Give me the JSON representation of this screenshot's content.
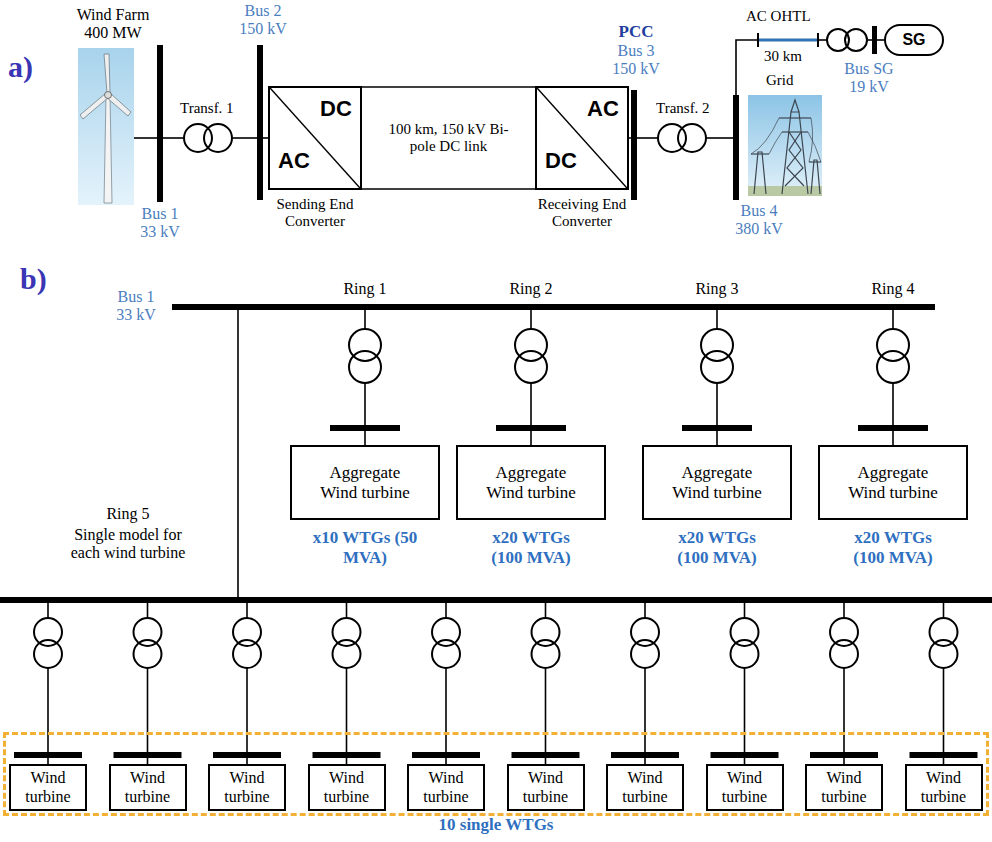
{
  "diagram": {
    "nodes": [
      {
        "text": [
          "AC",
          "DC",
          "Sending End Converter"
        ]
      },
      {
        "text": [
          "DC",
          "AC",
          "Receiving End Converter"
        ]
      },
      {
        "text": [
          "SG"
        ]
      },
      {
        "text": [
          "Aggregate Wind turbine",
          "x10 WTGs (50 MVA)"
        ]
      },
      {
        "text": [
          "Aggregate Wind turbine",
          "x20 WTGs (100 MVA)"
        ]
      },
      {
        "text": [
          "Aggregate Wind turbine",
          "x20 WTGs (100 MVA)"
        ]
      },
      {
        "text": [
          "Aggregate Wind turbine",
          "x20 WTGs (100 MVA)"
        ]
      },
      {
        "text": [
          "10 single WTGs"
        ]
      },
      {
        "text": [
          "Wind turbine"
        ],
        "in": 7
      },
      {
        "text": [
          "Wind turbine"
        ],
        "in": 7
      },
      {
        "text": [
          "Wind turbine"
        ],
        "in": 7
      },
      {
        "text": [
          "Wind turbine"
        ],
        "in": 7
      },
      {
        "text": [
          "Wind turbine"
        ],
        "in": 7
      },
      {
        "text": [
          "Wind turbine"
        ],
        "in": 7
      },
      {
        "text": [
          "Wind turbine"
        ],
        "in": 7
      },
      {
        "text": [
          "Wind turbine"
        ],
        "in": 7
      },
      {
        "text": [
          "Wind turbine"
        ],
        "in": 7
      },
      {
        "text": [
          "Wind turbine"
        ],
        "in": 7
      }
    ],
    "edges": [
      {
        "from": 0,
        "to": 1,
        "arrow": "none",
        "label": "100 km, 150 kV Bi-pole DC link"
      }
    ],
    "labels": [
      "a)",
      "Wind Farm 400 MW",
      "Bus 1 33 kV",
      "Transf. 1",
      "Bus 2 150 kV",
      "PCC",
      "Bus 3 150 kV",
      "Transf. 2",
      "AC OHTL",
      "30 km",
      "Grid",
      "Bus SG 19 kV",
      "Bus 4 380 kV",
      "b)",
      "Bus 1 33 kV",
      "Ring 1",
      "Ring 2",
      "Ring 3",
      "Ring 4",
      "Ring 5",
      "Single model for each wind turbine"
    ]
  }
}
